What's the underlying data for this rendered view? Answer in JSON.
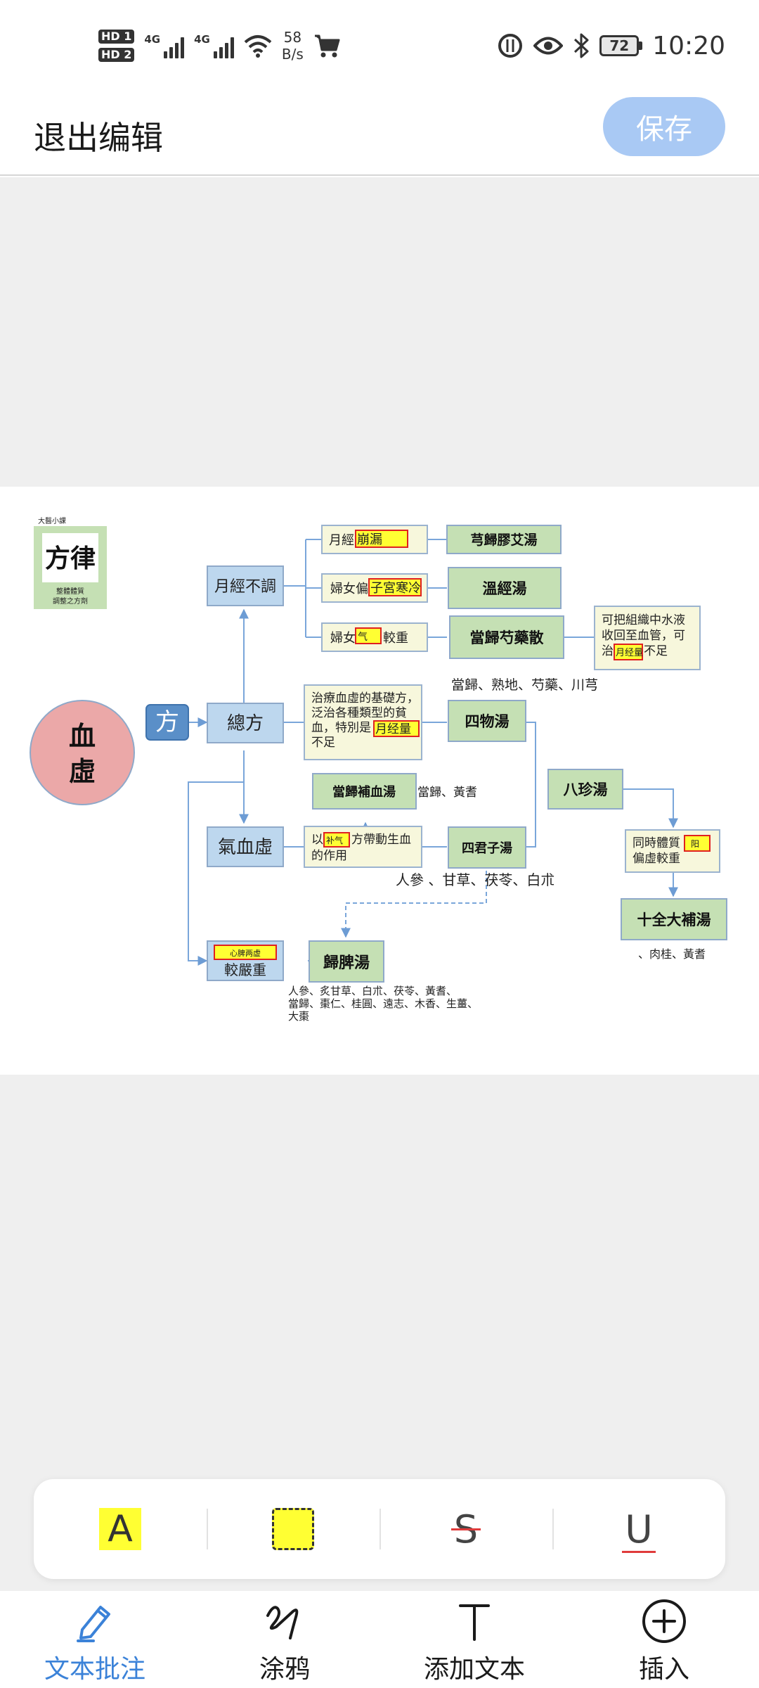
{
  "status_bar": {
    "hd1": "HD 1",
    "hd2": "HD 2",
    "net1": "4G",
    "net2": "4G",
    "speed_value": "58",
    "speed_unit": "B/s",
    "battery": "72",
    "time": "10:20"
  },
  "header": {
    "exit_label": "退出编辑",
    "save_label": "保存"
  },
  "document": {
    "logo_small": "大醫小課",
    "logo_title": "方律",
    "logo_sub1": "整體體質",
    "logo_sub2": "調整之方劑",
    "main_circle_line1": "血",
    "main_circle_line2": "虛",
    "fang_label": "方",
    "boxes": {
      "menstrual_irregular": "月經不調",
      "general_formula": "總方",
      "qi_blood_deficiency": "氣血虛",
      "more_severe": "較嚴重"
    },
    "conditions": {
      "c1_prefix": "月經",
      "c1_highlight": "崩漏",
      "c2_prefix": "婦女偏",
      "c2_highlight": "子宮寒冷",
      "c3_prefix": "婦女",
      "c3_highlight": "气",
      "c3_suffix": "較重",
      "general_desc_line1": "治療血虛的基礎方，",
      "general_desc_line2": "泛治各種類型的貧",
      "general_desc_line3": "血，特別是",
      "general_desc_highlight": "月经量",
      "general_desc_line4": "不足",
      "qi_desc_prefix": "以",
      "qi_desc_highlight": "补气",
      "qi_desc_suffix": "方帶動生血",
      "qi_desc_line2": "的作用",
      "severe_highlight": "心脾两虚",
      "right_desc_line1": "可把組織中水液",
      "right_desc_line2": "收回至血管，可",
      "right_desc_line3_prefix": "治",
      "right_desc_highlight": "月经量",
      "right_desc_line3_suffix": "不足",
      "bazhen_desc_line1": "同時體質",
      "bazhen_desc_highlight": "阳",
      "bazhen_desc_line2": "偏虛較重"
    },
    "formulas": {
      "f1": "芎歸膠艾湯",
      "f2": "溫經湯",
      "f3": "當歸芍藥散",
      "f4": "四物湯",
      "f5": "當歸補血湯",
      "f6": "四君子湯",
      "f7": "八珍湯",
      "f8": "十全大補湯",
      "f9": "歸脾湯"
    },
    "herbs": {
      "siwu": "當歸、熟地、芍藥、川芎",
      "danggui_buxue": "當歸、黃耆",
      "sijunzi": "人參 、甘草、茯苓、白朮",
      "shiquan": "、肉桂、黃耆",
      "guipi_line1": "人參、炙甘草、白朮、茯苓、黃耆、",
      "guipi_line2": "當歸、棗仁、桂圓、遠志、木香、生薑、",
      "guipi_line3": "大棗"
    }
  },
  "annotation_tools": {
    "highlight_letter": "A",
    "strike_letter": "S",
    "underline_letter": "U"
  },
  "bottom_nav": {
    "items": [
      {
        "label": "文本批注"
      },
      {
        "label": "涂鸦"
      },
      {
        "label": "添加文本"
      },
      {
        "label": "插入"
      }
    ]
  },
  "colors": {
    "accent": "#3b82d8",
    "save_disabled": "#a9c9f4",
    "highlight_yellow": "#ffff33",
    "annot_red": "#e03b3b",
    "blue_box": "#bdd7ee",
    "green_box": "#c5e0b4",
    "cream_box": "#f7f7dc",
    "circle_pink": "#eba8a8"
  }
}
